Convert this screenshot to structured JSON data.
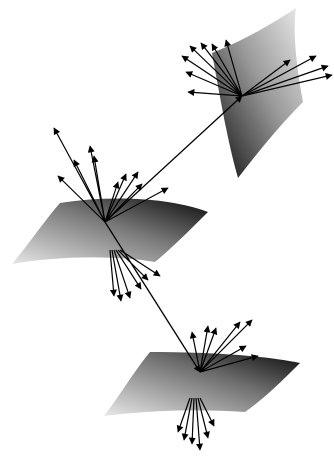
{
  "colors": {
    "background": "#ffffff",
    "ink": "#000000",
    "surface_light": "#e2e2e2",
    "surface_mid": "#8a8a8a",
    "surface_dark": "#0a0a0a"
  },
  "icons": {
    "patch": "shaded-surface-patch",
    "ray": "arrow"
  },
  "scene": {
    "patches": [
      {
        "name": "top-right-patch",
        "ray_count": 11
      },
      {
        "name": "middle-left-patch",
        "ray_count": 16
      },
      {
        "name": "bottom-patch",
        "ray_count": 13
      }
    ],
    "connectors": [
      {
        "name": "connector-middle-to-top",
        "from": "middle-left-patch",
        "to": "top-right-patch"
      },
      {
        "name": "connector-middle-to-bottom",
        "from": "middle-left-patch",
        "to": "bottom-patch"
      }
    ]
  }
}
